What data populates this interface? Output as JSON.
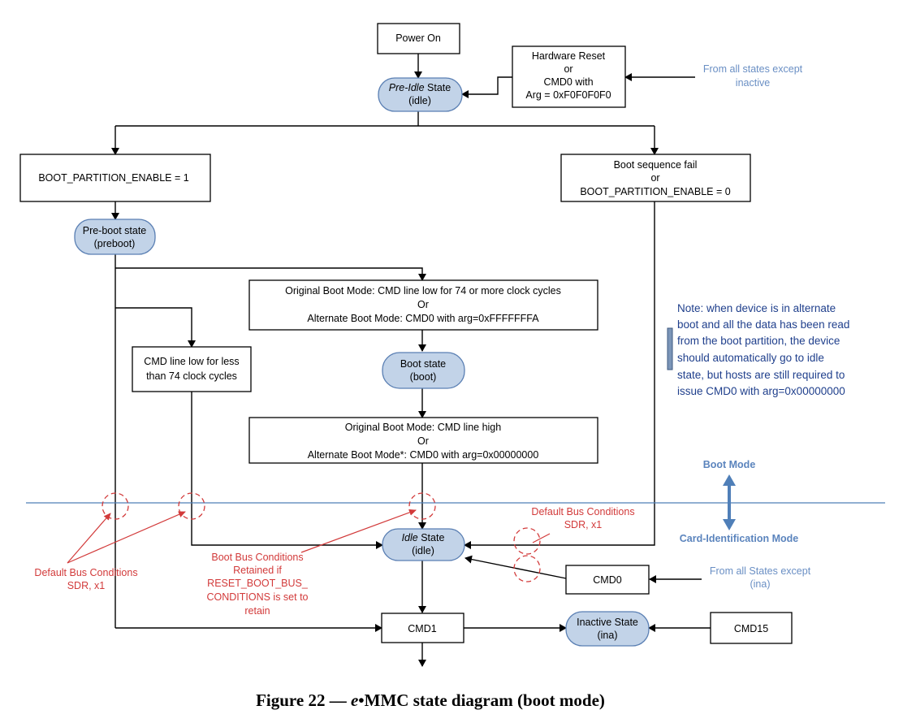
{
  "nodes": {
    "power_on": "Power On",
    "hw_reset": [
      "Hardware Reset",
      "or",
      "CMD0 with",
      "Arg = 0xF0F0F0F0"
    ],
    "from_all_except_inactive": [
      "From all states except",
      "inactive"
    ],
    "pre_idle_italic": "Pre-Idle",
    "pre_idle_rest": " State",
    "pre_idle_sub": "(idle)",
    "boot_partition_enable_1": "BOOT_PARTITION_ENABLE = 1",
    "boot_seq_fail": [
      "Boot sequence fail",
      "or",
      "BOOT_PARTITION_ENABLE = 0"
    ],
    "pre_boot": [
      "Pre-boot state",
      "(preboot)"
    ],
    "orig_boot_mode": [
      "Original Boot Mode: CMD line low for 74 or more clock cycles",
      "Or",
      "Alternate Boot Mode: CMD0 with arg=0xFFFFFFFA"
    ],
    "cmd_low_less": [
      "CMD line low for less",
      "than 74 clock cycles"
    ],
    "boot_state": [
      "Boot state",
      "(boot)"
    ],
    "orig_boot_mode_high": [
      "Original Boot Mode: CMD line high",
      "Or",
      "Alternate Boot Mode*: CMD0 with arg=0x00000000"
    ],
    "idle_italic": "Idle",
    "idle_rest": " State",
    "idle_sub": "(idle)",
    "cmd0": "CMD0",
    "from_all_except_ina": [
      "From all States except",
      "(ina)"
    ],
    "cmd1": "CMD1",
    "inactive_state": [
      "Inactive State",
      "(ina)"
    ],
    "cmd15": "CMD15"
  },
  "labels": {
    "boot_mode": "Boot Mode",
    "card_id_mode": "Card-Identification Mode",
    "default_bus_left": [
      "Default Bus Conditions",
      "SDR, x1"
    ],
    "boot_bus_retained": [
      "Boot Bus Conditions",
      "Retained if",
      "RESET_BOOT_BUS_",
      "CONDITIONS is set to",
      "retain"
    ],
    "default_bus_right": [
      "Default Bus Conditions",
      "SDR, x1"
    ]
  },
  "note": [
    "Note: when device is in alternate",
    "boot and all the data has been read",
    "from the boot partition, the device",
    "should automatically go to idle",
    "state, but hosts are still required to",
    "issue CMD0 with arg=0x00000000"
  ],
  "caption": {
    "prefix": "Figure 22 — ",
    "italic": "e",
    "suffix": "•MMC state diagram (boot mode)"
  },
  "colors": {
    "state_fill": "#c2d3e8",
    "state_stroke": "#5a7fb3",
    "annotation_red": "#d23a3a",
    "mode_line": "#4f7fb8",
    "note_text": "#1f3f8c"
  }
}
